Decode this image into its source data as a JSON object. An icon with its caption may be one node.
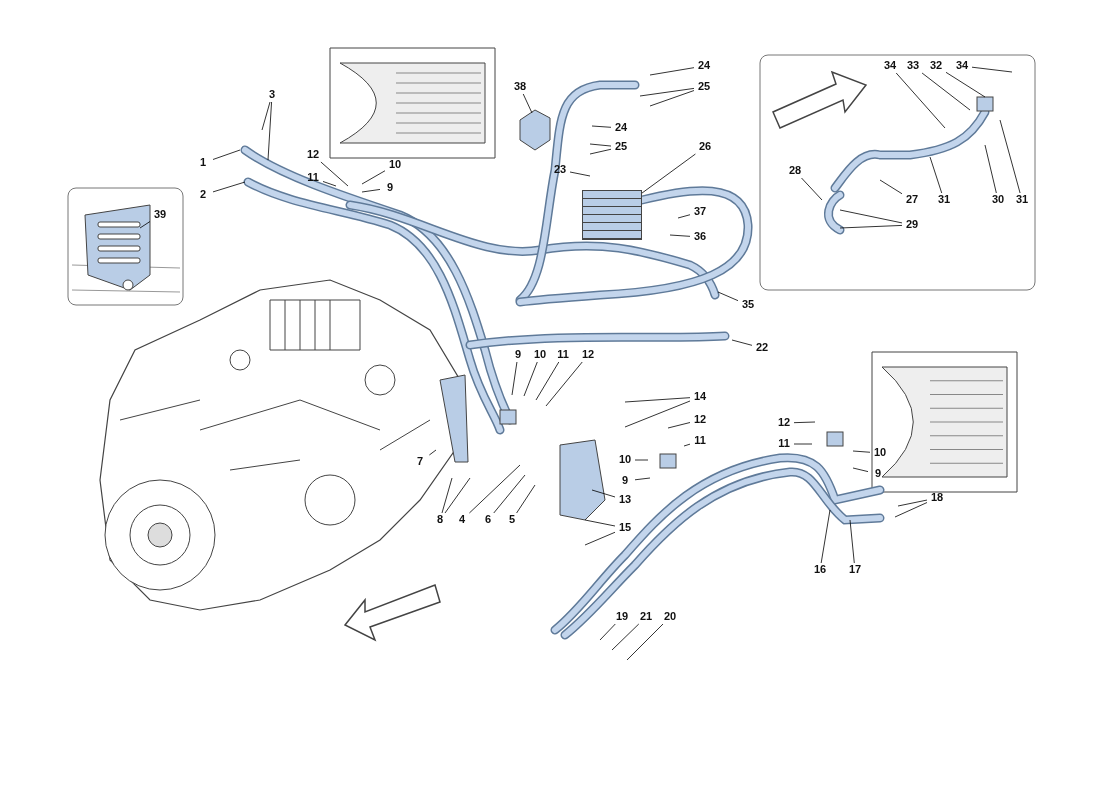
{
  "diagram": {
    "nodes": [
      {
        "text": [
          "1"
        ]
      },
      {
        "text": [
          "2"
        ]
      },
      {
        "text": [
          "3"
        ]
      },
      {
        "text": [
          "12"
        ]
      },
      {
        "text": [
          "11"
        ]
      },
      {
        "text": [
          "10"
        ]
      },
      {
        "text": [
          "9"
        ]
      },
      {
        "text": [
          "38"
        ]
      },
      {
        "text": [
          "24"
        ]
      },
      {
        "text": [
          "25"
        ]
      },
      {
        "text": [
          "24"
        ]
      },
      {
        "text": [
          "25"
        ]
      },
      {
        "text": [
          "23"
        ]
      },
      {
        "text": [
          "26"
        ]
      },
      {
        "text": [
          "37"
        ]
      },
      {
        "text": [
          "36"
        ]
      },
      {
        "text": [
          "35"
        ]
      },
      {
        "text": [
          "22"
        ]
      },
      {
        "text": [
          "39"
        ]
      },
      {
        "text": [
          "34"
        ]
      },
      {
        "text": [
          "33"
        ]
      },
      {
        "text": [
          "32"
        ]
      },
      {
        "text": [
          "34"
        ]
      },
      {
        "text": [
          "28"
        ]
      },
      {
        "text": [
          "27"
        ]
      },
      {
        "text": [
          "29"
        ]
      },
      {
        "text": [
          "31"
        ]
      },
      {
        "text": [
          "30"
        ]
      },
      {
        "text": [
          "31"
        ]
      },
      {
        "text": [
          "9"
        ]
      },
      {
        "text": [
          "10"
        ]
      },
      {
        "text": [
          "11"
        ]
      },
      {
        "text": [
          "12"
        ]
      },
      {
        "text": [
          "14"
        ]
      },
      {
        "text": [
          "12"
        ]
      },
      {
        "text": [
          "11"
        ]
      },
      {
        "text": [
          "10"
        ]
      },
      {
        "text": [
          "9"
        ]
      },
      {
        "text": [
          "7"
        ]
      },
      {
        "text": [
          "8"
        ]
      },
      {
        "text": [
          "4"
        ]
      },
      {
        "text": [
          "6"
        ]
      },
      {
        "text": [
          "5"
        ]
      },
      {
        "text": [
          "13"
        ]
      },
      {
        "text": [
          "15"
        ]
      },
      {
        "text": [
          "12"
        ]
      },
      {
        "text": [
          "11"
        ]
      },
      {
        "text": [
          "10"
        ]
      },
      {
        "text": [
          "9"
        ]
      },
      {
        "text": [
          "18"
        ]
      },
      {
        "text": [
          "16"
        ]
      },
      {
        "text": [
          "17"
        ]
      },
      {
        "text": [
          "19"
        ]
      },
      {
        "text": [
          "21"
        ]
      },
      {
        "text": [
          "20"
        ]
      },
      {
        "text": [],
        "shape": "box"
      }
    ],
    "edges": [
      {
        "from": 0,
        "to": null,
        "arrow": "none"
      },
      {
        "from": 1,
        "to": null,
        "arrow": "none"
      },
      {
        "from": 2,
        "to": null,
        "arrow": "none"
      },
      {
        "from": 2,
        "to": null,
        "arrow": "none"
      },
      {
        "from": 3,
        "to": null,
        "arrow": "none"
      },
      {
        "from": 4,
        "to": null,
        "arrow": "none"
      },
      {
        "from": 5,
        "to": null,
        "arrow": "none"
      },
      {
        "from": 6,
        "to": null,
        "arrow": "none"
      },
      {
        "from": 7,
        "to": null,
        "arrow": "none"
      },
      {
        "from": 8,
        "to": null,
        "arrow": "none"
      },
      {
        "from": 9,
        "to": null,
        "arrow": "none"
      },
      {
        "from": 9,
        "to": null,
        "arrow": "none"
      },
      {
        "from": 10,
        "to": null,
        "arrow": "none"
      },
      {
        "from": 11,
        "to": null,
        "arrow": "none"
      },
      {
        "from": 11,
        "to": null,
        "arrow": "none"
      },
      {
        "from": 12,
        "to": null,
        "arrow": "none"
      },
      {
        "from": 13,
        "to": 55,
        "arrow": "none"
      },
      {
        "from": 14,
        "to": null,
        "arrow": "none"
      },
      {
        "from": 15,
        "to": null,
        "arrow": "none"
      },
      {
        "from": 16,
        "to": null,
        "arrow": "none"
      },
      {
        "from": 17,
        "to": null,
        "arrow": "none"
      },
      {
        "from": 18,
        "to": null,
        "arrow": "none"
      },
      {
        "from": 19,
        "to": null,
        "arrow": "none"
      },
      {
        "from": 20,
        "to": null,
        "arrow": "none"
      },
      {
        "from": 21,
        "to": null,
        "arrow": "none"
      },
      {
        "from": 22,
        "to": null,
        "arrow": "none"
      },
      {
        "from": 23,
        "to": null,
        "arrow": "none"
      },
      {
        "from": 24,
        "to": null,
        "arrow": "none"
      },
      {
        "from": 25,
        "to": null,
        "arrow": "none"
      },
      {
        "from": 25,
        "to": null,
        "arrow": "none"
      },
      {
        "from": 26,
        "to": null,
        "arrow": "none"
      },
      {
        "from": 27,
        "to": null,
        "arrow": "none"
      },
      {
        "from": 28,
        "to": null,
        "arrow": "none"
      },
      {
        "from": 29,
        "to": null,
        "arrow": "none"
      },
      {
        "from": 30,
        "to": null,
        "arrow": "none"
      },
      {
        "from": 31,
        "to": null,
        "arrow": "none"
      },
      {
        "from": 32,
        "to": null,
        "arrow": "none"
      },
      {
        "from": 33,
        "to": null,
        "arrow": "none"
      },
      {
        "from": 33,
        "to": null,
        "arrow": "none"
      },
      {
        "from": 34,
        "to": null,
        "arrow": "none"
      },
      {
        "from": 35,
        "to": null,
        "arrow": "none"
      },
      {
        "from": 36,
        "to": null,
        "arrow": "none"
      },
      {
        "from": 37,
        "to": null,
        "arrow": "none"
      },
      {
        "from": 38,
        "to": null,
        "arrow": "none"
      },
      {
        "from": 39,
        "to": null,
        "arrow": "none"
      },
      {
        "from": 39,
        "to": null,
        "arrow": "none"
      },
      {
        "from": 40,
        "to": null,
        "arrow": "none"
      },
      {
        "from": 41,
        "to": null,
        "arrow": "none"
      },
      {
        "from": 42,
        "to": null,
        "arrow": "none"
      },
      {
        "from": 43,
        "to": null,
        "arrow": "none"
      },
      {
        "from": 44,
        "to": null,
        "arrow": "none"
      },
      {
        "from": 44,
        "to": null,
        "arrow": "none"
      },
      {
        "from": 45,
        "to": null,
        "arrow": "none"
      },
      {
        "from": 46,
        "to": null,
        "arrow": "none"
      },
      {
        "from": 47,
        "to": null,
        "arrow": "none"
      },
      {
        "from": 48,
        "to": null,
        "arrow": "none"
      },
      {
        "from": 49,
        "to": null,
        "arrow": "none"
      },
      {
        "from": 49,
        "to": null,
        "arrow": "none"
      },
      {
        "from": 50,
        "to": null,
        "arrow": "none"
      },
      {
        "from": 51,
        "to": null,
        "arrow": "none"
      },
      {
        "from": 52,
        "to": null,
        "arrow": "none"
      },
      {
        "from": 53,
        "to": null,
        "arrow": "none"
      },
      {
        "from": 54,
        "to": null,
        "arrow": "none"
      }
    ]
  }
}
